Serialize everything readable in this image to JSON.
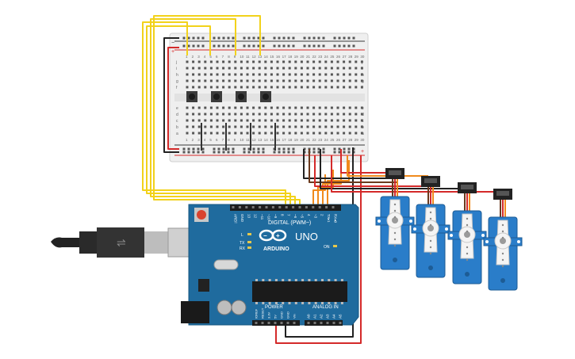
{
  "breadboard": {
    "row_letters_top": [
      "j",
      "i",
      "h",
      "g",
      "f"
    ],
    "row_letters_bottom": [
      "e",
      "d",
      "c",
      "b",
      "a"
    ],
    "column_numbers": [
      "1",
      "2",
      "3",
      "4",
      "5",
      "6",
      "7",
      "8",
      "9",
      "10",
      "11",
      "12",
      "13",
      "14",
      "15",
      "16",
      "17",
      "18",
      "19",
      "20",
      "21",
      "22",
      "23",
      "24",
      "25",
      "26",
      "27",
      "28",
      "29",
      "30"
    ],
    "rail_plus": "+",
    "rail_minus": "−",
    "pushbutton_count": 4
  },
  "arduino": {
    "model_label": "UNO",
    "brand_label": "ARDUINO",
    "digital_header_label": "DIGITAL (PWM~)",
    "digital_pins": [
      "AREF",
      "GND",
      "13",
      "12",
      "~11",
      "~10",
      "~9",
      "8",
      "7",
      "~6",
      "~5",
      "4",
      "~3",
      "2",
      "TX▸1",
      "RX◂0"
    ],
    "power_label": "POWER",
    "power_pins": [
      "IOREF",
      "RESET",
      "3.3V",
      "5V",
      "GND",
      "GND",
      "Vin"
    ],
    "analog_label": "ANALOG IN",
    "analog_pins": [
      "A0",
      "A1",
      "A2",
      "A3",
      "A4",
      "A5"
    ],
    "tx_label": "TX",
    "rx_label": "RX",
    "l_label": "L",
    "on_label": "ON"
  },
  "servos": {
    "count": 4
  },
  "colors": {
    "wire_yellow": "#f2d21b",
    "wire_orange": "#f08a1c",
    "wire_red": "#d42a2a",
    "wire_black": "#222222",
    "wire_brown": "#6b3a1e",
    "board_blue": "#1f6b9e",
    "servo_blue": "#2a7dc9",
    "breadboard_bg": "#f0f0f0"
  }
}
